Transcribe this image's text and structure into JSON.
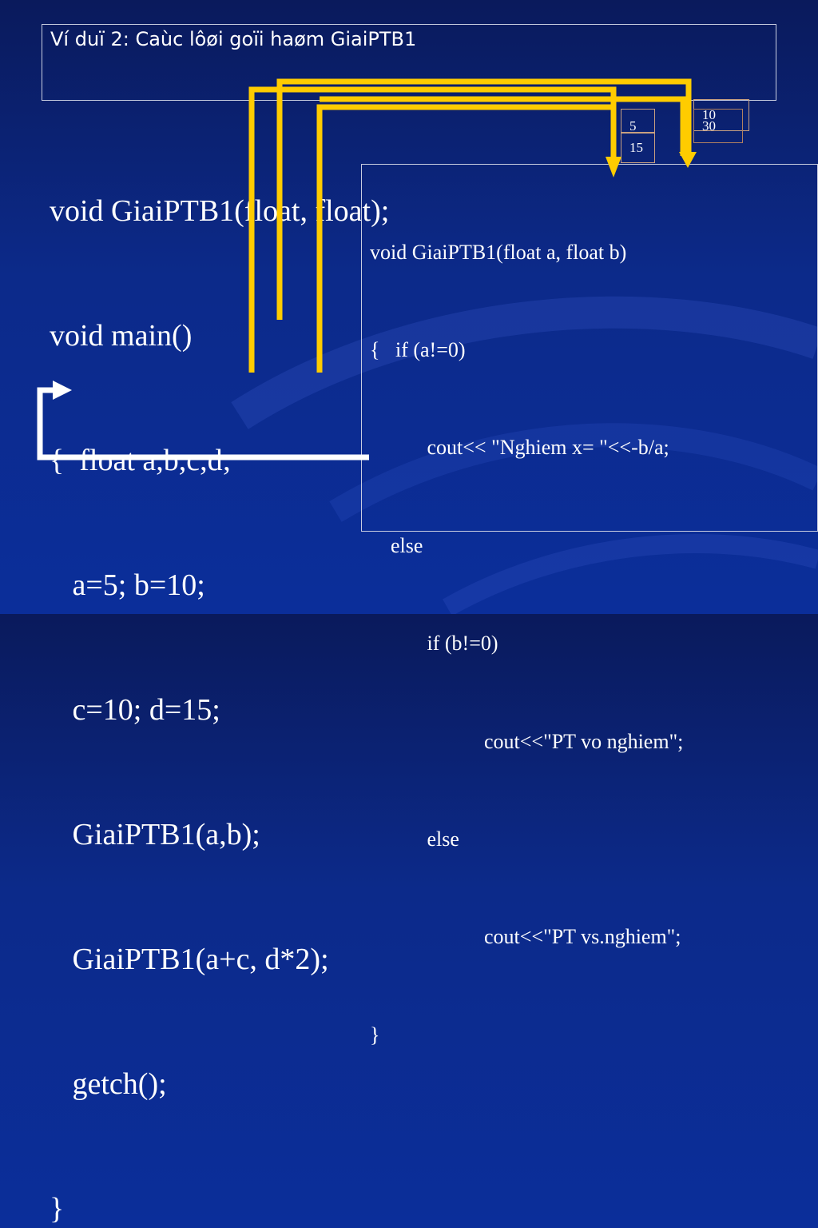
{
  "slide": {
    "title": "Ví duï 2: Caùc lôøi goïi haøm GiaiPTB1"
  },
  "main_code": {
    "lines": [
      "void GiaiPTB1(float, float);",
      "void main()",
      "{  float a,b,c,d;",
      "   a=5; b=10;",
      "   c=10; d=15;",
      "   GiaiPTB1(a,b);",
      "   GiaiPTB1(a+c, d*2);",
      "   getch();",
      "}"
    ]
  },
  "function_code": {
    "lines": [
      "void GiaiPTB1(float a, float b)",
      "{   if (a!=0)",
      "           cout<< \"Nghiem x= \"<<-b/a;",
      "    else",
      "           if (b!=0)",
      "                      cout<<\"PT vo nghiem\";",
      "           else",
      "                      cout<<\"PT vs.nghiem\";",
      "}"
    ]
  },
  "value_cells": {
    "a_first": "5",
    "a_second": "15",
    "b_first": "10",
    "b_second": "30"
  },
  "colors": {
    "arrow": "#ffcc00",
    "return_arrow": "#ffffff",
    "background": "#0b2a8c"
  }
}
